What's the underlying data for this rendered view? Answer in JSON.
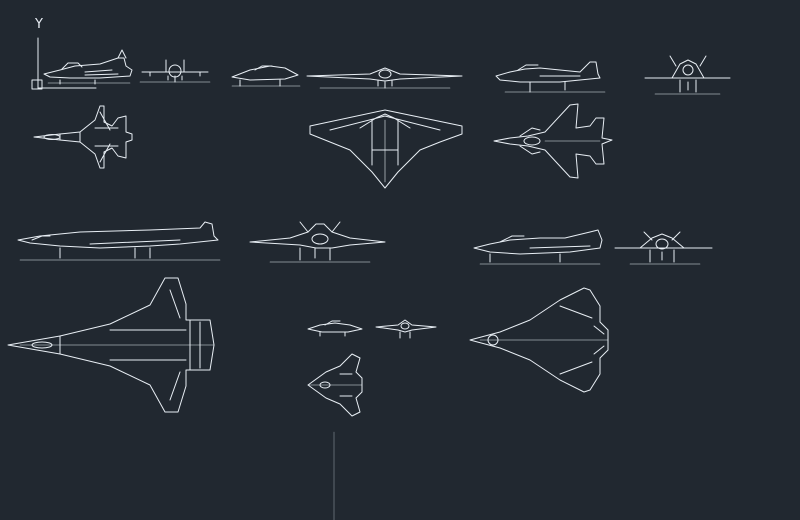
{
  "app": {
    "background": "#212830",
    "line_color": "#e8eef4"
  },
  "ucs": {
    "axis_label": "Y"
  },
  "drawings": [
    "su27-side-view",
    "su27-front-view",
    "flying-wing-side-view",
    "flying-wing-front-view",
    "stealth-fighter-side-view",
    "stealth-fighter-front-view",
    "su27-top-view",
    "flying-wing-top-view",
    "canard-fighter-top-view",
    "supersonic-bomber-side-view",
    "bomber-front-view",
    "fighter-side-view",
    "fighter-front-view",
    "bomber-top-view",
    "small-wing-side-view",
    "small-wing-front-view",
    "small-wing-top-view",
    "delta-fighter-top-view"
  ]
}
